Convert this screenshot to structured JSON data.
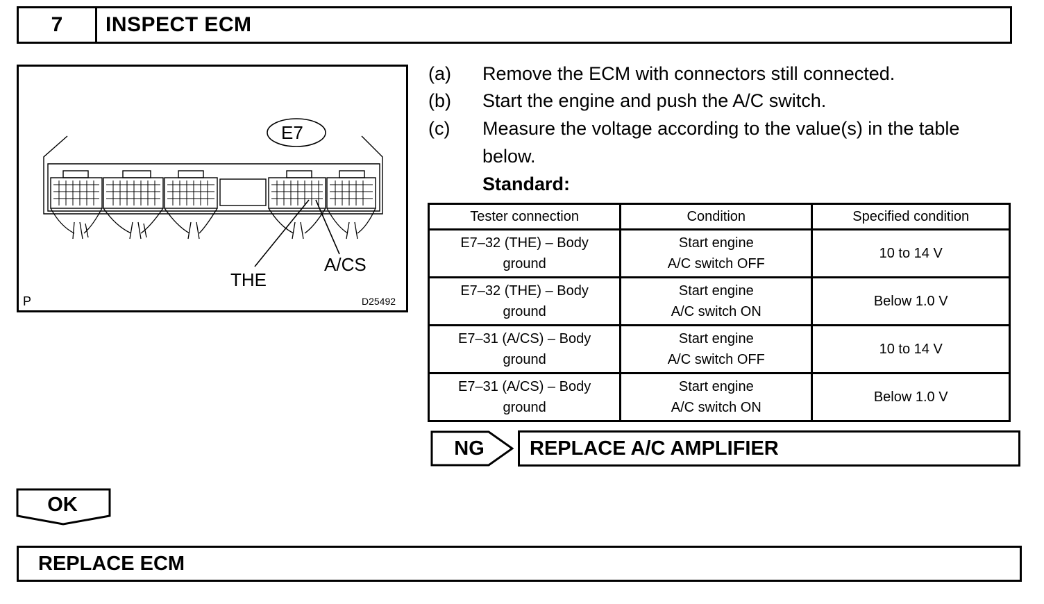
{
  "step": {
    "number": "7",
    "title": "INSPECT ECM"
  },
  "figure": {
    "connector_label": "E7",
    "callout_the": "THE",
    "callout_acs": "A/CS",
    "corner_mark": "P",
    "figure_id": "D25492"
  },
  "instructions": [
    {
      "label": "(a)",
      "text": "Remove the ECM with connectors still connected."
    },
    {
      "label": "(b)",
      "text": "Start the engine and push the A/C switch."
    },
    {
      "label": "(c)",
      "text": "Measure the voltage according to the value(s) in the table",
      "text2": "below."
    }
  ],
  "standard_label": "Standard:",
  "table": {
    "headers": [
      "Tester connection",
      "Condition",
      "Specified condition"
    ],
    "rows": [
      {
        "conn1": "E7–32 (THE) – Body",
        "conn2": "ground",
        "cond1": "Start engine",
        "cond2": "A/C switch OFF",
        "spec": "10 to 14 V"
      },
      {
        "conn1": "E7–32 (THE) – Body",
        "conn2": "ground",
        "cond1": "Start engine",
        "cond2": "A/C switch ON",
        "spec": "Below 1.0 V"
      },
      {
        "conn1": "E7–31 (A/CS) – Body",
        "conn2": "ground",
        "cond1": "Start engine",
        "cond2": "A/C switch OFF",
        "spec": "10 to 14 V"
      },
      {
        "conn1": "E7–31 (A/CS) – Body",
        "conn2": "ground",
        "cond1": "Start engine",
        "cond2": "A/C switch ON",
        "spec": "Below 1.0 V"
      }
    ]
  },
  "ng": {
    "label": "NG",
    "action": "REPLACE A/C AMPLIFIER"
  },
  "ok": {
    "label": "OK"
  },
  "final_action": "REPLACE ECM"
}
